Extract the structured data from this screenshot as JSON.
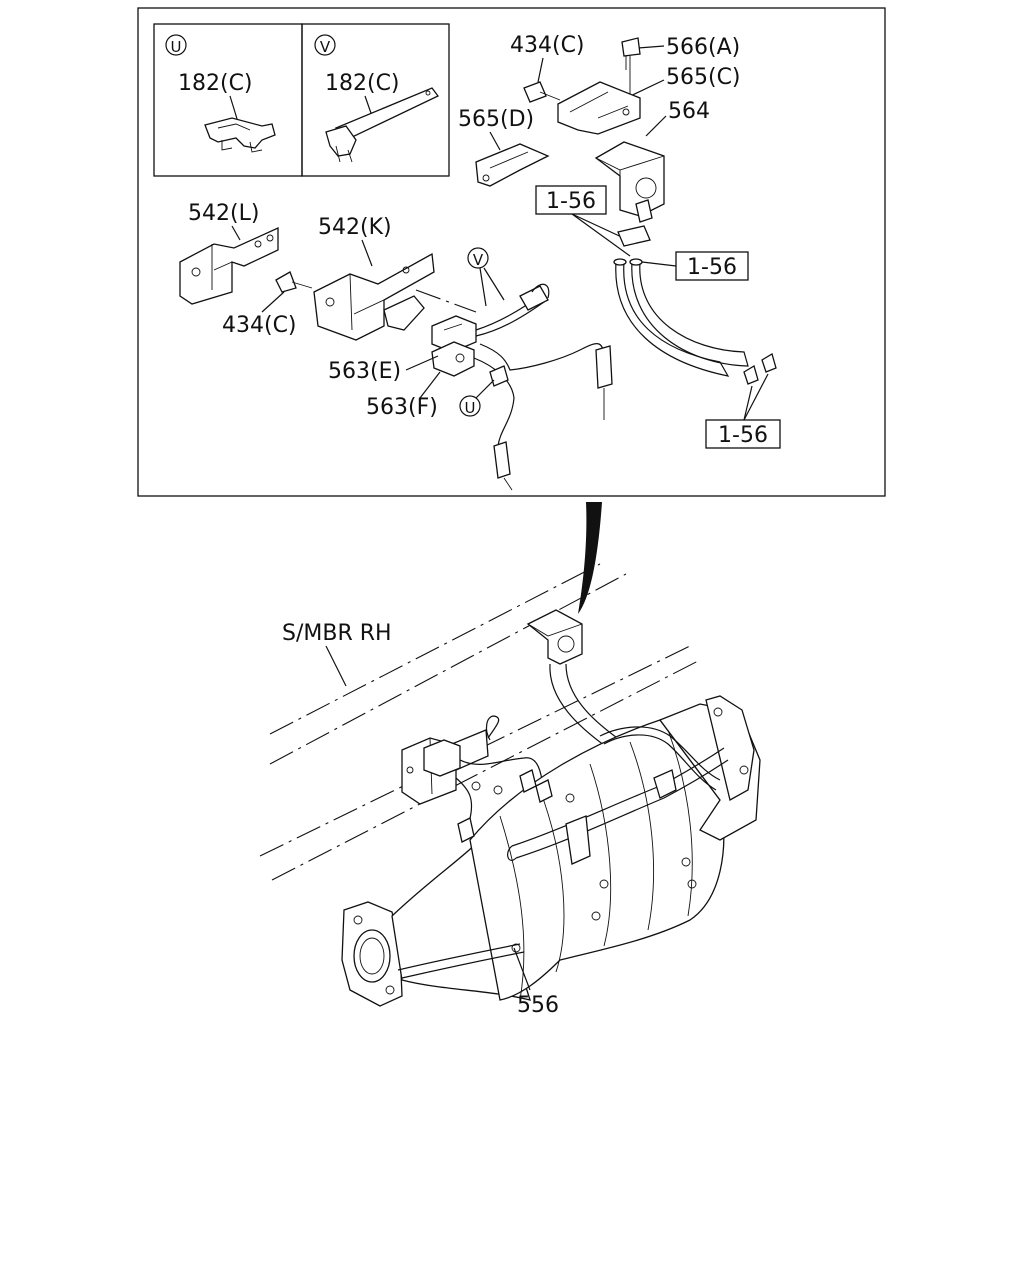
{
  "callouts": {
    "u": "U",
    "v": "V"
  },
  "labels": {
    "inset_u_part": "182(C)",
    "inset_v_part": "182(C)",
    "bolt_434c_top": "434(C)",
    "bolt_566a": "566(A)",
    "bracket_565c": "565(C)",
    "sensor_564": "564",
    "bracket_565d": "565(D)",
    "ref_1_56_a": "1-56",
    "ref_1_56_b": "1-56",
    "ref_1_56_c": "1-56",
    "bracket_542l": "542(L)",
    "bracket_542k": "542(K)",
    "bolt_434c_bottom": "434(C)",
    "connector_563e": "563(E)",
    "connector_563f": "563(F)",
    "frame_label": "S/MBR RH",
    "assembly_556": "556"
  }
}
